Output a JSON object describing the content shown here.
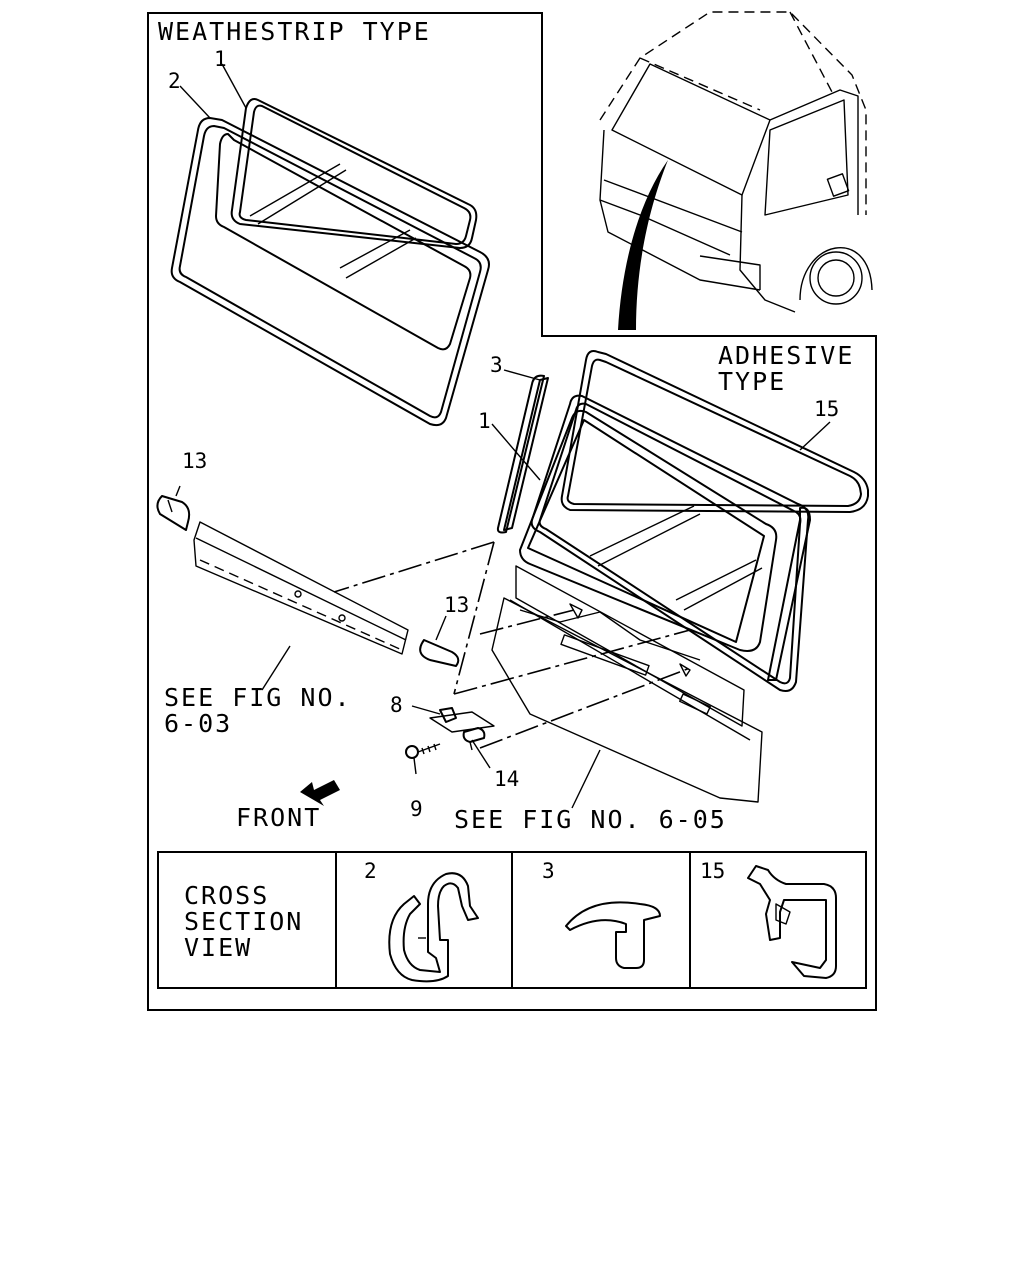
{
  "panels": {
    "weatherstrip_title": "WEATHESTRIP TYPE",
    "adhesive_title_line1": "ADHESIVE",
    "adhesive_title_line2": "TYPE"
  },
  "callouts": {
    "c1_top": "1",
    "c2_top": "2",
    "c3": "3",
    "c1_mid": "1",
    "c15": "15",
    "c13_left": "13",
    "c13_mid": "13",
    "c8": "8",
    "c14": "14",
    "c9": "9"
  },
  "references": {
    "see_fig_603_line1": "SEE FIG NO.",
    "see_fig_603_line2": "6-03",
    "see_fig_605": "SEE FIG NO. 6-05",
    "front": "FRONT"
  },
  "cross_section": {
    "label_line1": "CROSS",
    "label_line2": "SECTION",
    "label_line3": "VIEW",
    "item_a": "2",
    "item_b": "3",
    "item_c": "15"
  }
}
